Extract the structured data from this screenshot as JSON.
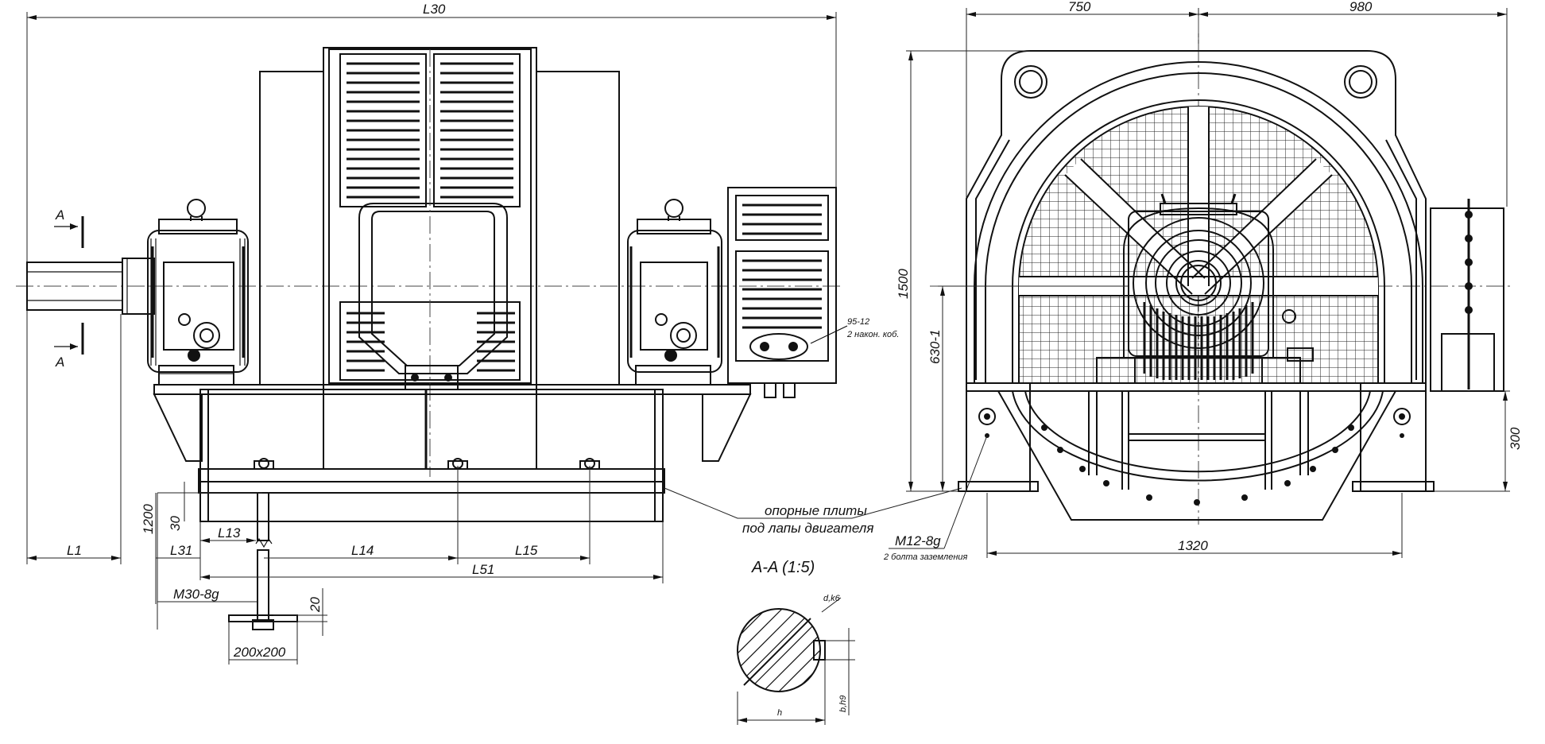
{
  "front_view": {
    "overall_length": "L30",
    "section_mark": "A",
    "dim_L1": "L1",
    "dim_L31": "L31",
    "dim_L13": "L13",
    "dim_L14": "L14",
    "dim_L15": "L15",
    "dim_L51": "L51",
    "dim_height": "1200",
    "dim_plate": "30",
    "bolt_thread": "M30-8g",
    "bolt_gap": "20",
    "base_plate": "200x200",
    "terminal_note_1": "95-12",
    "terminal_note_2": "2 након. коб."
  },
  "callout": {
    "line1": "опорные плиты",
    "line2": "под лапы двигателя"
  },
  "side_view": {
    "width_left": "750",
    "width_right": "980",
    "height_total": "1500",
    "axis_height": "630-1",
    "foot_height": "300",
    "foot_span": "1320",
    "bolt_thread": "M12-8g",
    "bolt_note": "2 болта заземления"
  },
  "section": {
    "title": "A-A (1:5)",
    "diameter": "d,k6",
    "key_height": "h",
    "key_width": "b,h9"
  }
}
